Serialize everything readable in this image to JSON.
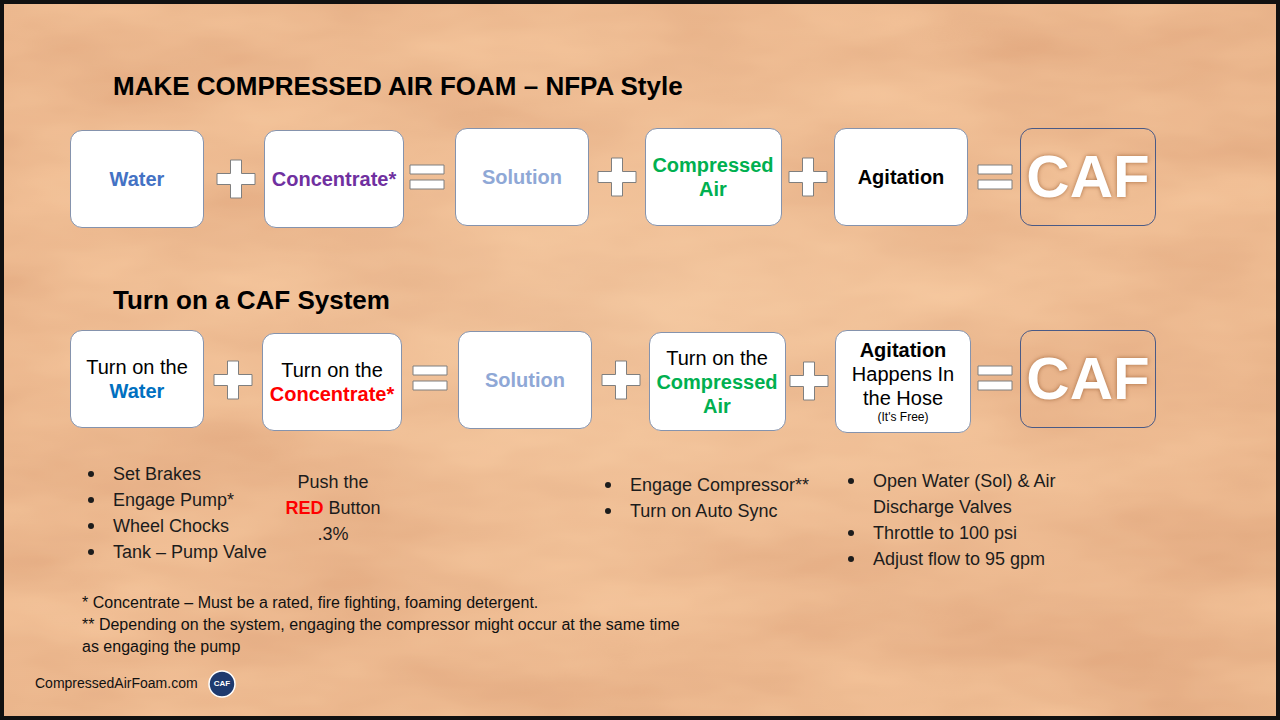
{
  "diagram": {
    "title": "MAKE COMPRESSED AIR FOAM – NFPA Style",
    "nodes": [
      {
        "text": [
          "Water"
        ]
      },
      {
        "text": [
          "Concentrate*"
        ]
      },
      {
        "text": [
          "Solution"
        ]
      },
      {
        "text": [
          "Compressed Air"
        ]
      },
      {
        "text": [
          "Agitation"
        ]
      },
      {
        "text": [
          "CAF"
        ]
      },
      {
        "text": [
          "Turn on the",
          "Water"
        ]
      },
      {
        "text": [
          "Turn on the",
          "Concentrate*"
        ]
      },
      {
        "text": [
          "Solution"
        ]
      },
      {
        "text": [
          "Turn on the",
          "Compressed Air"
        ]
      },
      {
        "text": [
          "Agitation",
          "Happens In the Hose",
          "(It's Free)"
        ]
      },
      {
        "text": [
          "CAF"
        ]
      }
    ],
    "labels": [
      "Turn on a CAF System",
      "Set Brakes",
      "Engage Pump*",
      "Wheel Chocks",
      "Tank – Pump Valve",
      "Push the",
      "RED",
      "Button",
      ".3%",
      "Engage Compressor**",
      "Turn on Auto Sync",
      "Open Water (Sol) & Air Discharge Valves",
      "Throttle to 100 psi",
      "Adjust flow to 95 gpm",
      "* Concentrate – Must be a rated, fire fighting, foaming detergent.",
      "** Depending on the system, engaging the compressor might occur at the same time as engaging the pump",
      "CompressedAirFoam.com",
      "CAF"
    ]
  }
}
